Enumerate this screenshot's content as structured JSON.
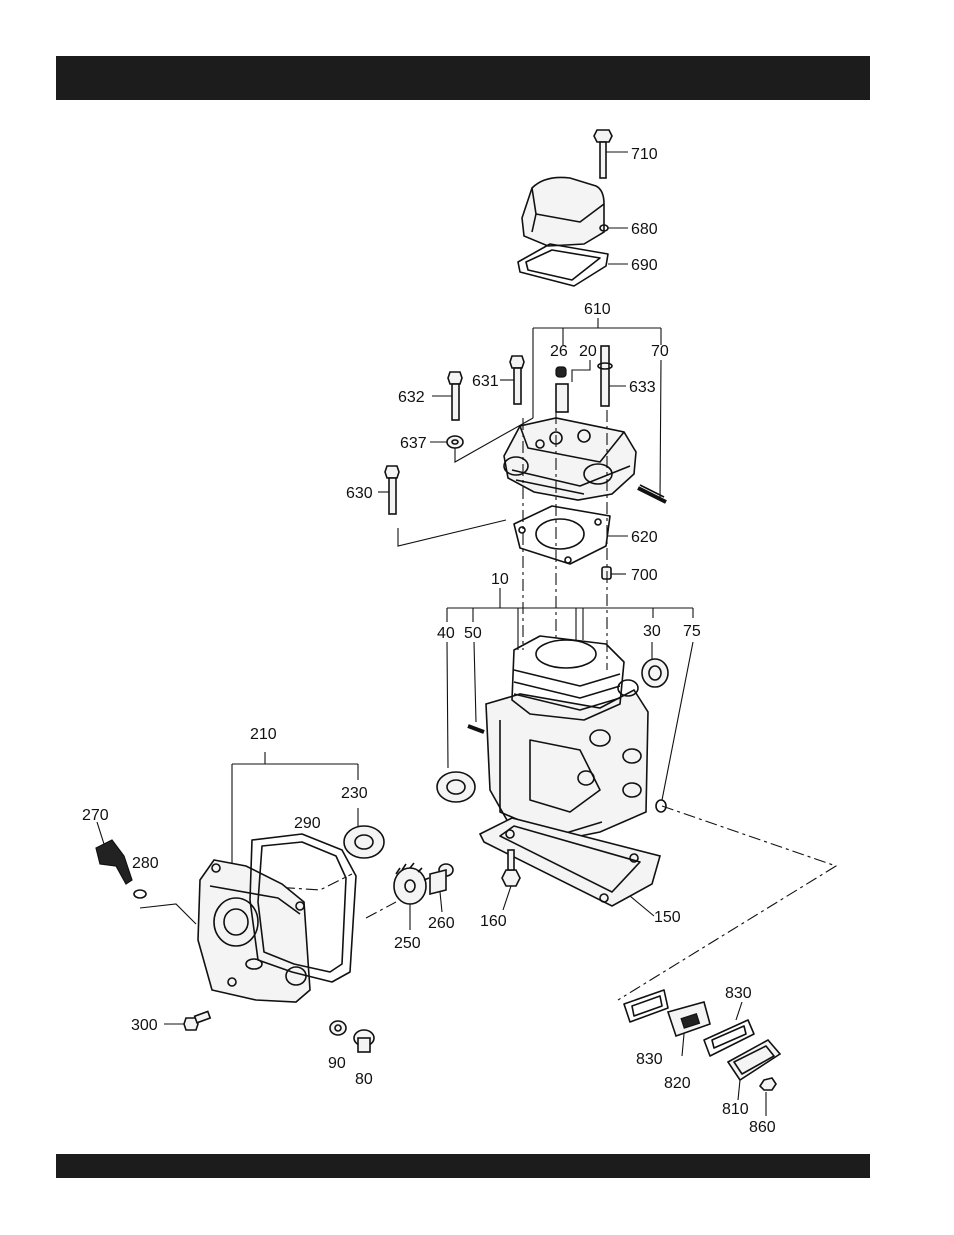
{
  "header": {
    "title": ""
  },
  "footer": {
    "text": ""
  },
  "callouts": {
    "c710": "710",
    "c680": "680",
    "c690": "690",
    "c610": "610",
    "c26": "26",
    "c20": "20",
    "c70": "70",
    "c632": "632",
    "c631": "631",
    "c633": "633",
    "c637": "637",
    "c630": "630",
    "c620": "620",
    "c700": "700",
    "c10": "10",
    "c40": "40",
    "c50": "50",
    "c30": "30",
    "c75": "75",
    "c210": "210",
    "c230": "230",
    "c270": "270",
    "c290": "290",
    "c280": "280",
    "c260": "260",
    "c250": "250",
    "c160": "160",
    "c150": "150",
    "c300": "300",
    "c90": "90",
    "c80": "80",
    "c830a": "830",
    "c830b": "830",
    "c820": "820",
    "c810": "810",
    "c860": "860"
  }
}
